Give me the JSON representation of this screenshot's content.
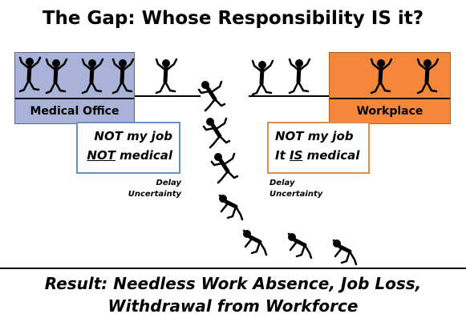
{
  "title": "The Gap: Whose Responsibility IS it?",
  "medical_office": {
    "label": "Medical Office"
  },
  "workplace": {
    "label": "Workplace"
  },
  "left_note": {
    "line1": "NOT my job",
    "line2_emph": "NOT",
    "line2_rest": " medical"
  },
  "right_note": {
    "line1": "NOT my job",
    "line2_pre": "It ",
    "line2_emph": "IS",
    "line2_rest": " medical"
  },
  "left_small": {
    "line1": "Delay",
    "line2": "Uncertainty"
  },
  "right_small": {
    "line1": "Delay",
    "line2": "Uncertainty"
  },
  "result": {
    "line1": "Result:  Needless Work Absence, Job Loss,",
    "line2": "Withdrawal from Workforce"
  },
  "icons": {
    "figure": "cartoon-stick-figure-icon"
  }
}
